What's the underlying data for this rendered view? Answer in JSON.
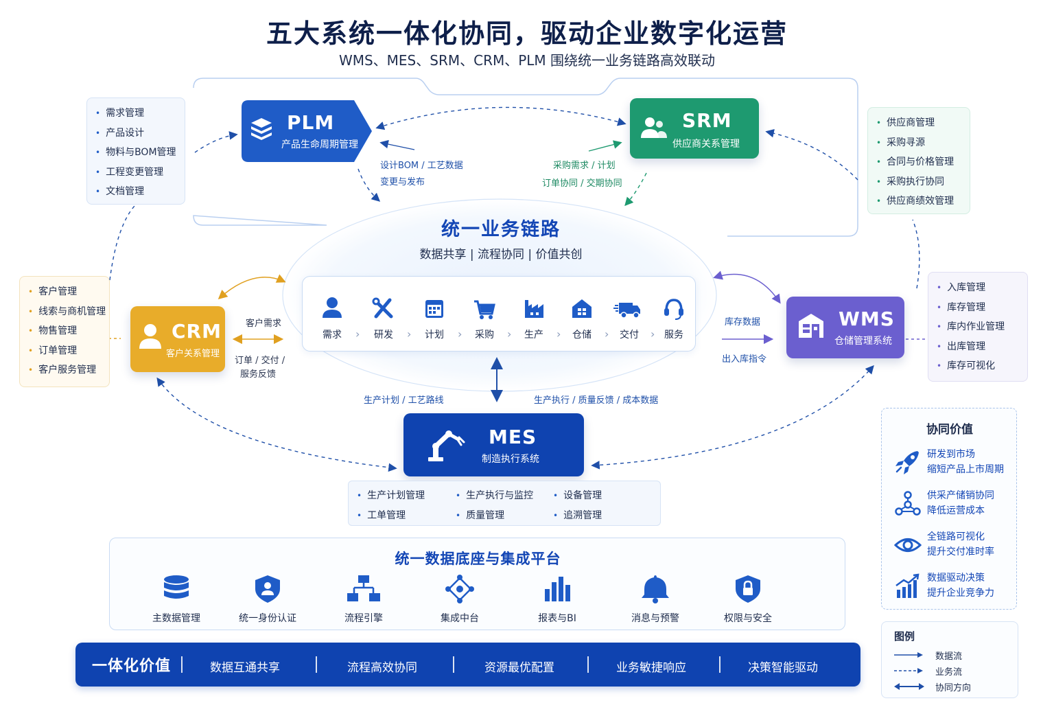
{
  "header": {
    "title": "五大系统一体化协同，驱动企业数字化运营",
    "subtitle": "WMS、MES、SRM、CRM、PLM 围绕统一业务链路高效联动"
  },
  "colors": {
    "plm": "#1f5cc7",
    "srm": "#1e9a70",
    "crm": "#e8ac2a",
    "wms": "#6b5fcf",
    "mes": "#0f43b0",
    "accent": "#1346b5"
  },
  "plm": {
    "name": "PLM",
    "desc": "产品生命周期管理",
    "icon": "cube-stack-icon",
    "features": [
      "需求管理",
      "产品设计",
      "物料与BOM管理",
      "工程变更管理",
      "文档管理"
    ]
  },
  "srm": {
    "name": "SRM",
    "desc": "供应商关系管理",
    "icon": "supplier-users-icon",
    "features": [
      "供应商管理",
      "采购寻源",
      "合同与价格管理",
      "采购执行协同",
      "供应商绩效管理"
    ]
  },
  "crm": {
    "name": "CRM",
    "desc": "客户关系管理",
    "icon": "customer-icon",
    "features": [
      "客户管理",
      "线索与商机管理",
      "物售管理",
      "订单管理",
      "客户服务管理"
    ]
  },
  "wms": {
    "name": "WMS",
    "desc": "仓储管理系统",
    "icon": "warehouse-icon",
    "features": [
      "入库管理",
      "库存管理",
      "库内作业管理",
      "出库管理",
      "库存可视化"
    ]
  },
  "mes": {
    "name": "MES",
    "desc": "制造执行系统",
    "icon": "robot-arm-icon",
    "features": [
      "生产计划管理",
      "生产执行与监控",
      "设备管理",
      "工单管理",
      "质量管理",
      "追溯管理"
    ]
  },
  "flows": {
    "plm_hub_1": "设计BOM / 工艺数据",
    "plm_hub_2": "变更与发布",
    "srm_hub_1": "采购需求 / 计划",
    "srm_hub_2": "订单协同 / 交期协同",
    "crm_hub_1": "客户需求",
    "crm_hub_2": "订单 / 交付 /",
    "crm_hub_3": "服务反馈",
    "wms_hub_1": "库存数据",
    "wms_hub_2": "出入库指令",
    "mes_hub_1": "生产计划 / 工艺路线",
    "mes_hub_2": "生产执行 / 质量反馈 / 成本数据"
  },
  "hub": {
    "title": "统一业务链路",
    "subtitle": "数据共享 | 流程协同 | 价值共创",
    "steps": [
      {
        "label": "需求",
        "icon": "user-icon"
      },
      {
        "label": "研发",
        "icon": "tools-icon"
      },
      {
        "label": "计划",
        "icon": "calendar-icon"
      },
      {
        "label": "采购",
        "icon": "cart-icon"
      },
      {
        "label": "生产",
        "icon": "factory-icon"
      },
      {
        "label": "仓储",
        "icon": "warehouse-house-icon"
      },
      {
        "label": "交付",
        "icon": "truck-icon"
      },
      {
        "label": "服务",
        "icon": "headset-icon"
      }
    ]
  },
  "platform": {
    "title": "统一数据底座与集成平台",
    "items": [
      {
        "label": "主数据管理",
        "icon": "database-icon"
      },
      {
        "label": "统一身份认证",
        "icon": "identity-shield-icon"
      },
      {
        "label": "流程引擎",
        "icon": "flow-tree-icon"
      },
      {
        "label": "集成中台",
        "icon": "integration-hub-icon"
      },
      {
        "label": "报表与BI",
        "icon": "bar-chart-icon"
      },
      {
        "label": "消息与预警",
        "icon": "bell-icon"
      },
      {
        "label": "权限与安全",
        "icon": "lock-shield-icon"
      }
    ]
  },
  "value_bar": {
    "title": "一体化价值",
    "items": [
      "数据互通共享",
      "流程高效协同",
      "资源最优配置",
      "业务敏捷响应",
      "决策智能驱动"
    ]
  },
  "synergy": {
    "title": "协同价值",
    "items": [
      {
        "line1": "研发到市场",
        "line2": "缩短产品上市周期",
        "icon": "rocket-icon"
      },
      {
        "line1": "供采产储销协同",
        "line2": "降低运营成本",
        "icon": "network-icon"
      },
      {
        "line1": "全链路可视化",
        "line2": "提升交付准时率",
        "icon": "eye-icon"
      },
      {
        "line1": "数据驱动决策",
        "line2": "提升企业竞争力",
        "icon": "growth-chart-icon"
      }
    ]
  },
  "legend": {
    "title": "图例",
    "items": [
      "数据流",
      "业务流",
      "协同方向"
    ]
  }
}
